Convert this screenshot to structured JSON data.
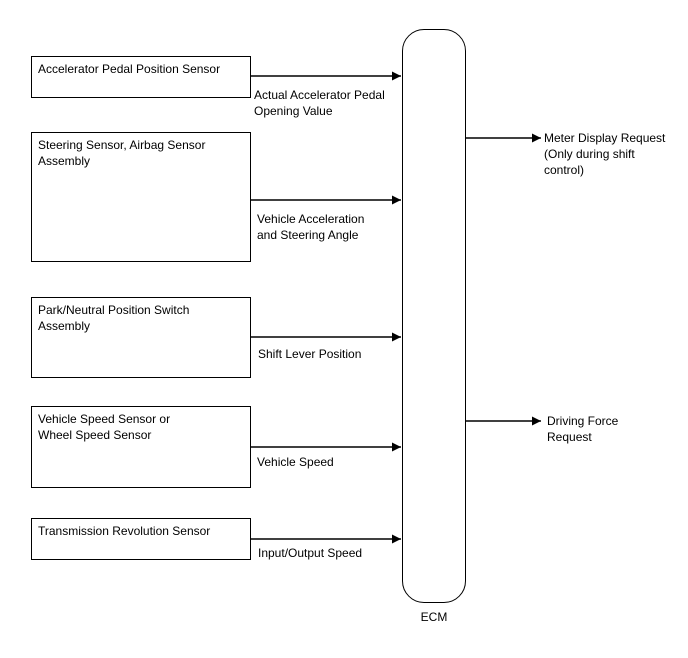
{
  "inputs": [
    {
      "box_text": "Accelerator Pedal Position Sensor",
      "signal": "Actual Accelerator Pedal\nOpening Value"
    },
    {
      "box_text": "Steering Sensor, Airbag Sensor\nAssembly",
      "signal": "Vehicle Acceleration\nand Steering Angle"
    },
    {
      "box_text": "Park/Neutral Position Switch\nAssembly",
      "signal": "Shift Lever Position"
    },
    {
      "box_text": "Vehicle Speed Sensor or\nWheel Speed Sensor",
      "signal": "Vehicle Speed"
    },
    {
      "box_text": "Transmission Revolution Sensor",
      "signal": "Input/Output Speed"
    }
  ],
  "ecm": {
    "label": "ECM"
  },
  "outputs": [
    {
      "signal": "Meter Display Request\n(Only during shift\ncontrol)"
    },
    {
      "signal": "Driving Force\nRequest"
    }
  ]
}
